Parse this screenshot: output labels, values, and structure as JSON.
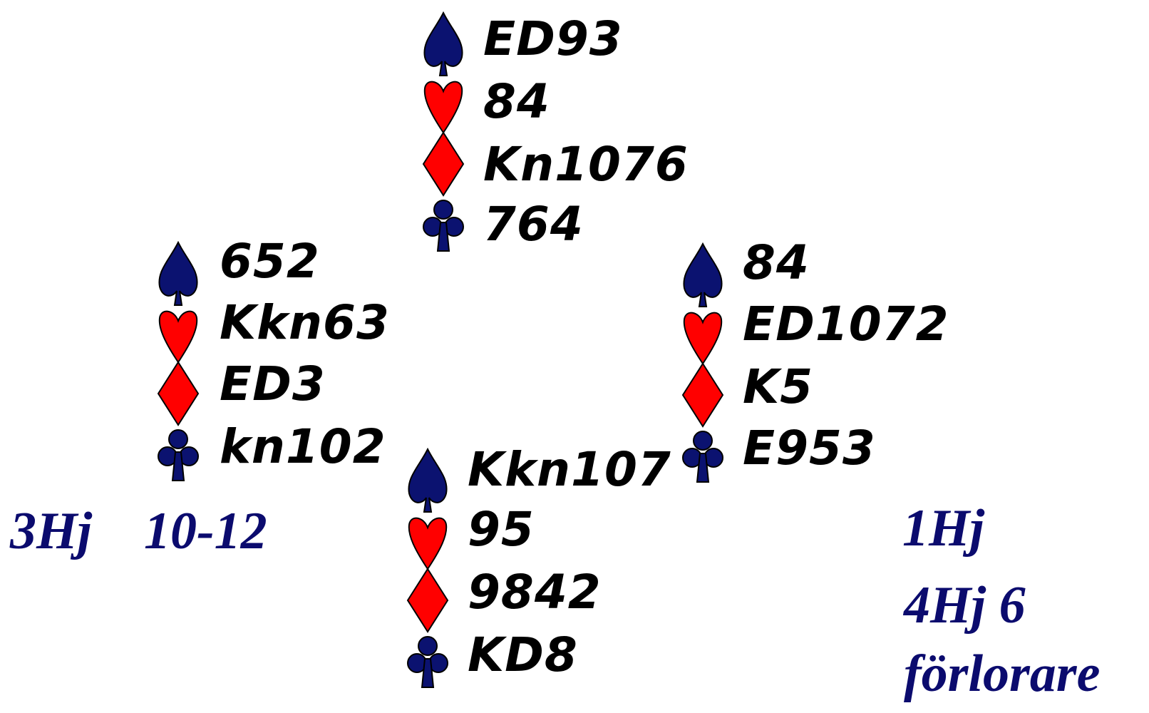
{
  "colors": {
    "black_suit": "#0b1270",
    "red_suit": "#ff0000",
    "note_text": "#0b0b6e"
  },
  "suit_icons": [
    "spade-icon",
    "heart-icon",
    "diamond-icon",
    "club-icon"
  ],
  "hands": {
    "north": {
      "spades": "ED93",
      "hearts": "84",
      "diamonds": "Kn1076",
      "clubs": "764"
    },
    "west": {
      "spades": "652",
      "hearts": "Kkn63",
      "diamonds": "ED3",
      "clubs": "kn102"
    },
    "east": {
      "spades": "84",
      "hearts": "ED1072",
      "diamonds": "K5",
      "clubs": "E953"
    },
    "south": {
      "spades": "Kkn107",
      "hearts": "95",
      "diamonds": "9842",
      "clubs": "KD8"
    }
  },
  "notes": {
    "left_bid": "3Hj",
    "left_range": "10-12",
    "right_bid": "1Hj",
    "right_contract": "4Hj 6",
    "right_word": "förlorare"
  }
}
